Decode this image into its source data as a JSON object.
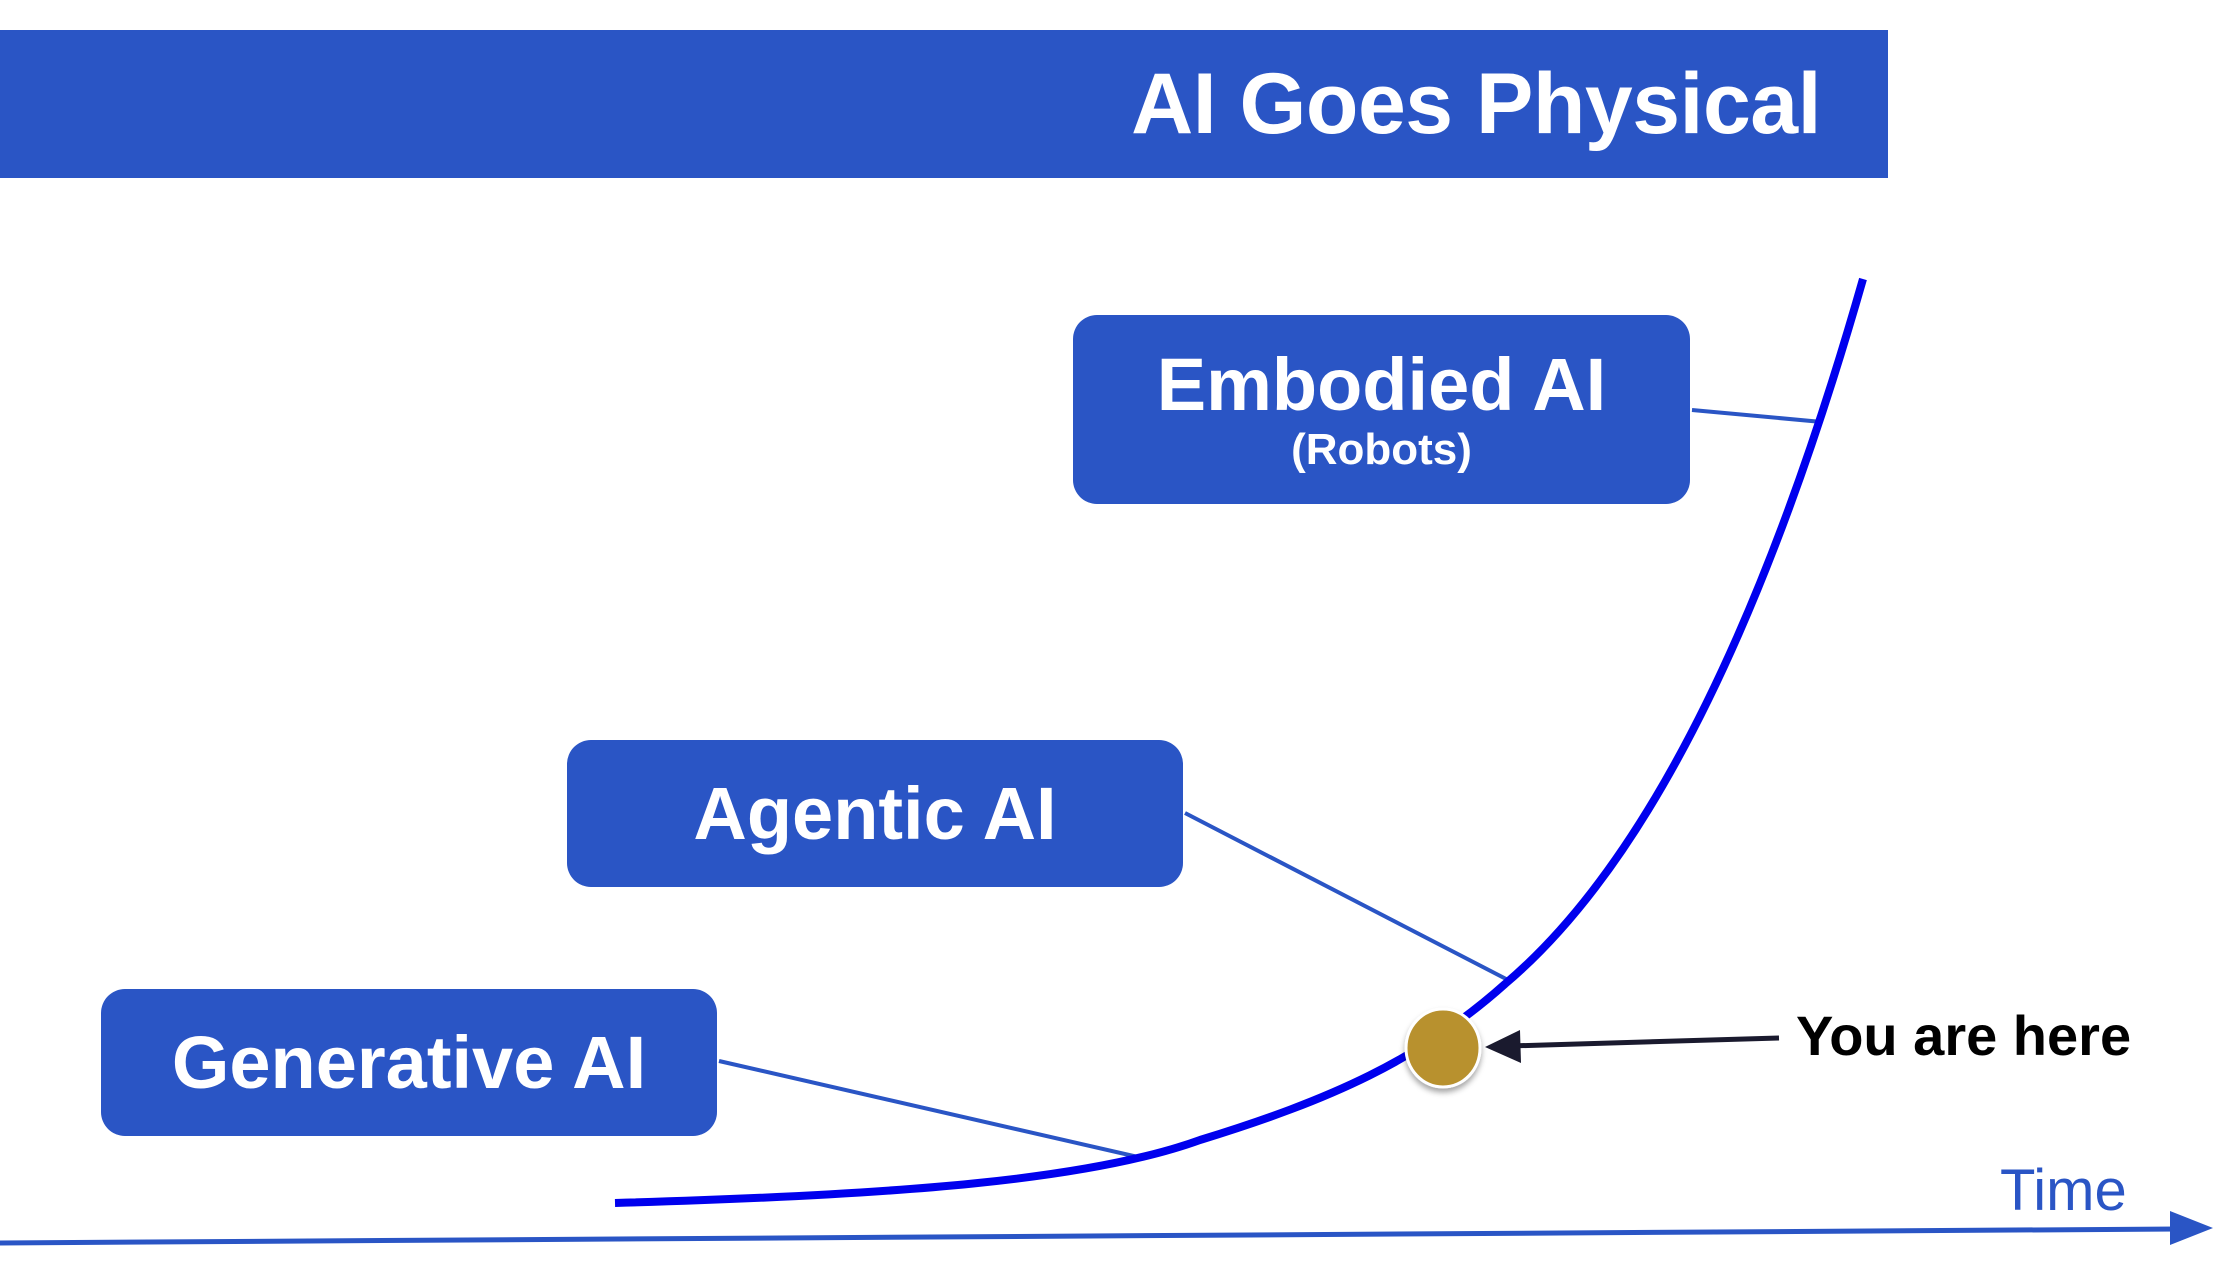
{
  "header": {
    "title": "AI Goes Physical"
  },
  "stages": [
    {
      "title": "Generative AI",
      "subtitle": ""
    },
    {
      "title": "Agentic AI",
      "subtitle": ""
    },
    {
      "title": "Embodied AI",
      "subtitle": "(Robots)"
    }
  ],
  "marker": {
    "label": "You are here"
  },
  "axis": {
    "label": "Time"
  },
  "colors": {
    "accent": "#2A55C5",
    "curve": "#0000EE",
    "marker": "#B8912F",
    "arrow": "#1A1A2E"
  }
}
